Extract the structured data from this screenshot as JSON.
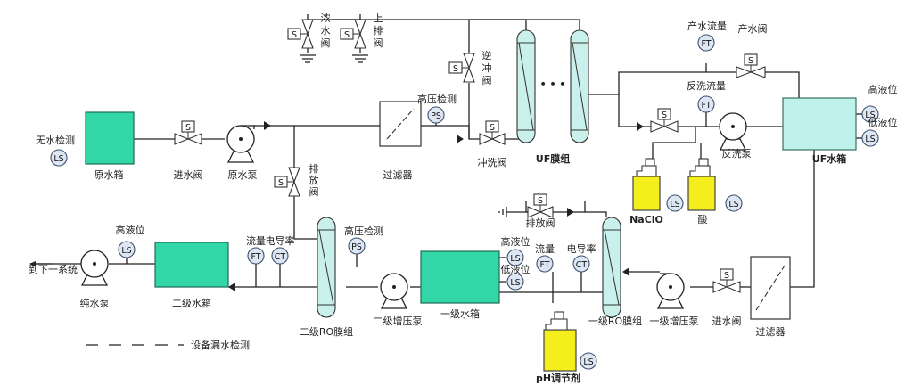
{
  "labels": {
    "raw_tank": "原水箱",
    "no_water_detect": "无水检测",
    "inlet_valve_1": "进水阀",
    "raw_pump": "原水泵",
    "drain_valve_1": "排放阀",
    "filter_1": "过滤器",
    "hp_detect_1": "高压检测",
    "conc_valve": "浓水阀",
    "upper_drain_valve": "上排阀",
    "backflush_valve": "逆冲阀",
    "flush_valve": "冲洗阀",
    "uf_module": "UF膜组",
    "product_flow": "产水流量",
    "product_valve": "产水阀",
    "backwash_flow": "反洗流量",
    "backwash_pump": "反洗泵",
    "uf_tank": "UF水箱",
    "high_level_uf": "高液位",
    "low_level_uf": "低液位",
    "naclo": "NaClO",
    "acid": "酸",
    "drain_valve_2": "排放阀",
    "high_level_1": "高液位",
    "low_level_1": "低液位",
    "flow_1": "流量",
    "conductivity_1": "电导率",
    "ro1_module": "一级RO膜组",
    "booster_1": "一级增压泵",
    "inlet_valve_2": "进水阀",
    "filter_2": "过滤器",
    "stage1_tank": "一级水箱",
    "ph_agent": "pH调节剂",
    "booster_2": "二级增压泵",
    "ro2_module": "二级RO膜组",
    "hp_detect_2": "高压检测",
    "flow_2": "流量",
    "conductivity_2": "电导率",
    "stage2_tank": "二级水箱",
    "high_level_2": "高液位",
    "pure_pump": "纯水泵",
    "to_next": "到下一系统",
    "leak_detect": "设备漏水检测"
  },
  "tags": {
    "ls": "LS",
    "ft": "FT",
    "ct": "CT",
    "ps": "PS",
    "s": "S",
    "dots": "• • •"
  }
}
